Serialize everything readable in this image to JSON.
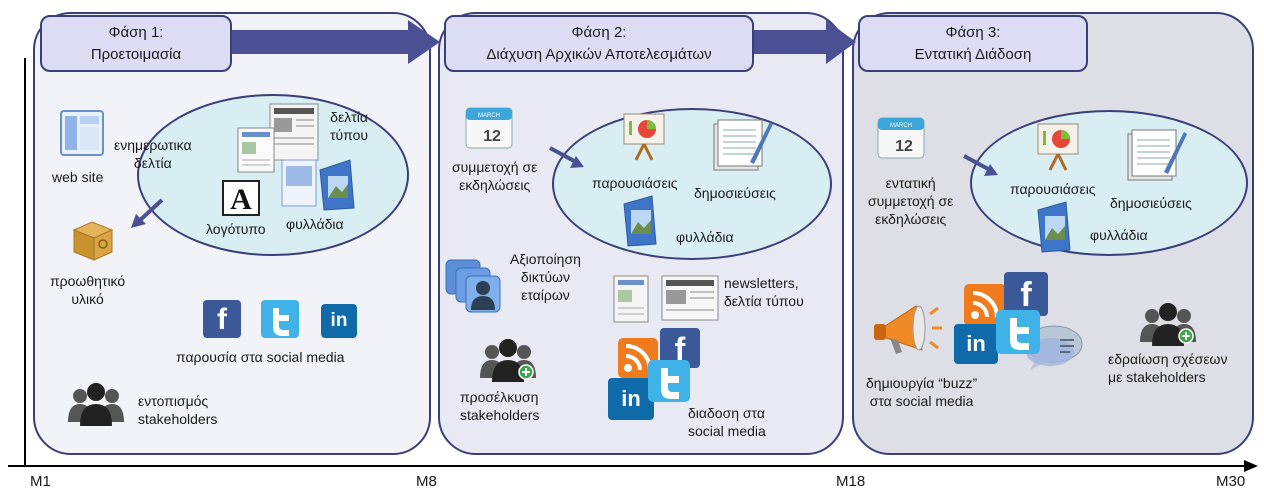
{
  "phases": [
    {
      "title_line1": "Φάση 1:",
      "title_line2": "Προετοιμασία"
    },
    {
      "title_line1": "Φάση 2:",
      "title_line2": "Διάχυση Αρχικών Αποτελεσμάτων"
    },
    {
      "title_line1": "Φάση 3:",
      "title_line2": "Εντατική Διάδοση"
    }
  ],
  "phase1": {
    "website": "web site",
    "newsletters": [
      "ενημερωτικα",
      "δελτία"
    ],
    "press": [
      "δελτία",
      "τύπου"
    ],
    "logo": "λογότυπο",
    "leaflets": "φυλλάδια",
    "promo": [
      "προωθητικό",
      "υλικό"
    ],
    "social": "παρουσία στα social media",
    "stakeholders": [
      "εντοπισμός",
      "stakeholders"
    ]
  },
  "phase2": {
    "events": [
      "συμμετοχή σε",
      "εκδηλώσεις"
    ],
    "presentations": "παρουσιάσεις",
    "publications": "δημοσιεύσεις",
    "leaflets": "φυλλάδια",
    "networks": [
      "Αξιοποίηση",
      "δικτύων",
      "εταίρων"
    ],
    "newsletters": [
      "newsletters,",
      "δελτία τύπου"
    ],
    "attract": [
      "προσέλκυση",
      "stakeholders"
    ],
    "social": [
      "διαδοση στα",
      "social media"
    ]
  },
  "phase3": {
    "events": [
      "εντατική",
      "συμμετοχή σε",
      "εκδηλώσεις"
    ],
    "presentations": "παρουσιάσεις",
    "publications": "δημοσιεύσεις",
    "leaflets": "φυλλάδια",
    "buzz": [
      "δημιουργία “buzz”",
      "στα social media"
    ],
    "relations": [
      "εδραίωση σχέσεων",
      "με stakeholders"
    ]
  },
  "calendar": {
    "month": "MARCH",
    "day": "12"
  },
  "social_icons": {
    "facebook": "f",
    "linkedin": "in"
  },
  "timeline": [
    "M1",
    "M8",
    "M18",
    "M30"
  ],
  "colors": {
    "border": "#3a3f78",
    "header_fill": "#dcdcf4",
    "ellipse_fill": "#d8eef3",
    "arrow": "#4b4f94"
  }
}
